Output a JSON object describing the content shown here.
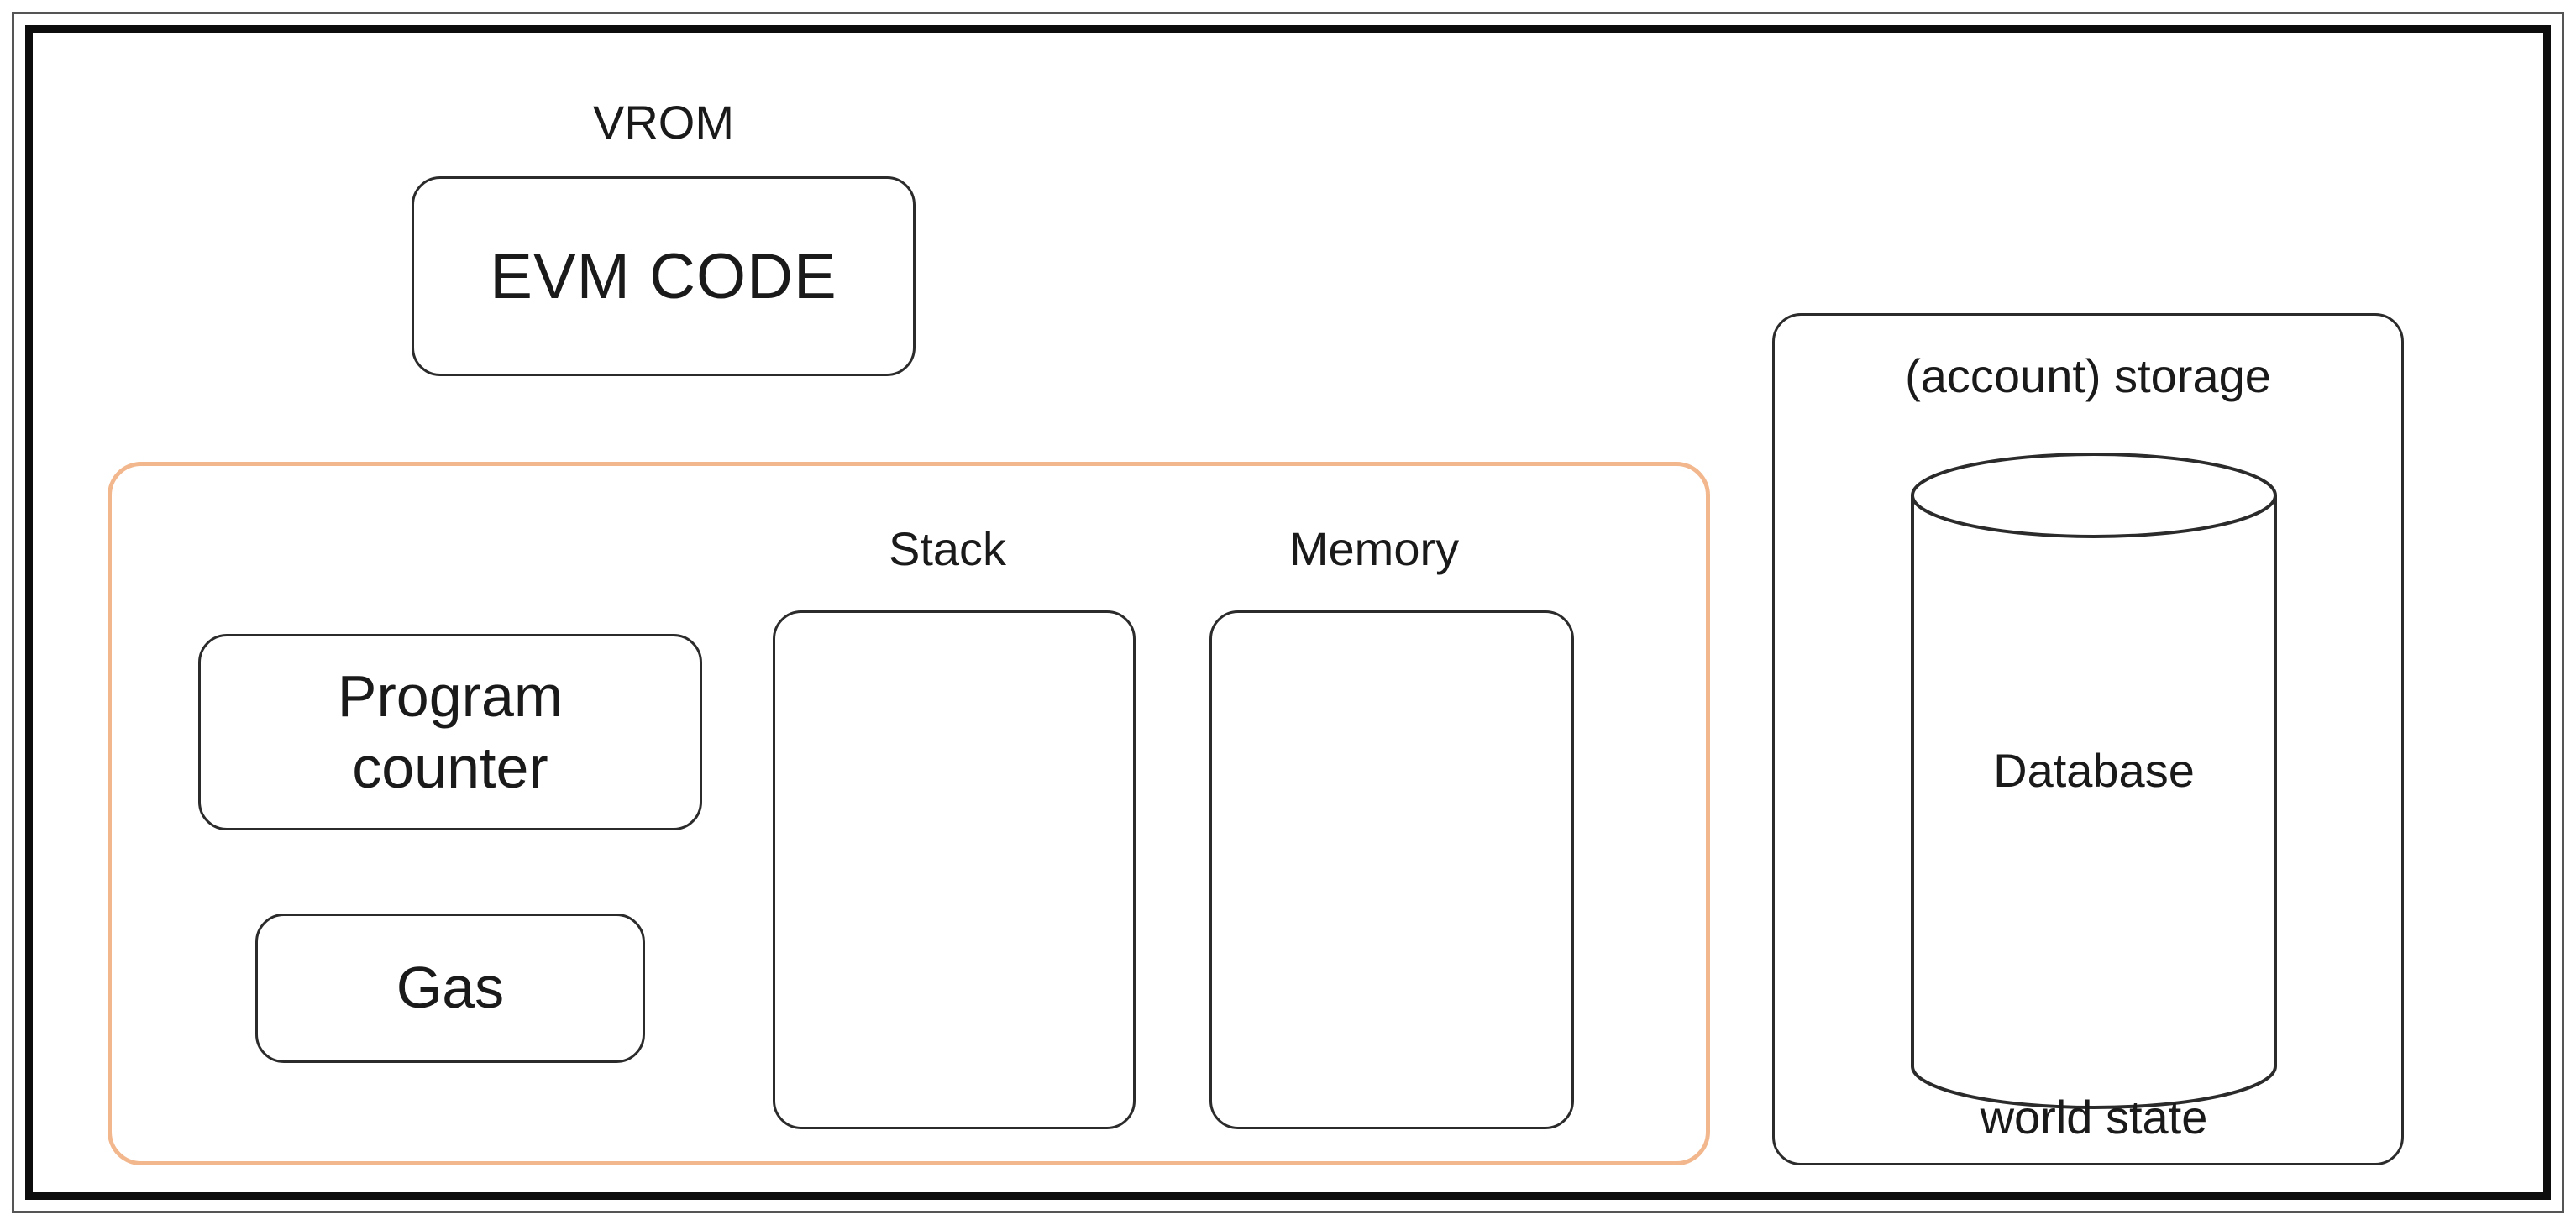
{
  "diagram": {
    "vrom_label": "VROM",
    "evm_code": "EVM CODE",
    "stack_label": "Stack",
    "memory_label": "Memory",
    "program_counter": [
      "Program",
      "counter"
    ],
    "gas": "Gas",
    "storage_label": "(account) storage",
    "database": "Database",
    "world_state": "world state",
    "colors": {
      "machine_state_border": "#f2b78c",
      "box_border": "#2b2b2b",
      "frame": "#0d0d0d"
    }
  }
}
